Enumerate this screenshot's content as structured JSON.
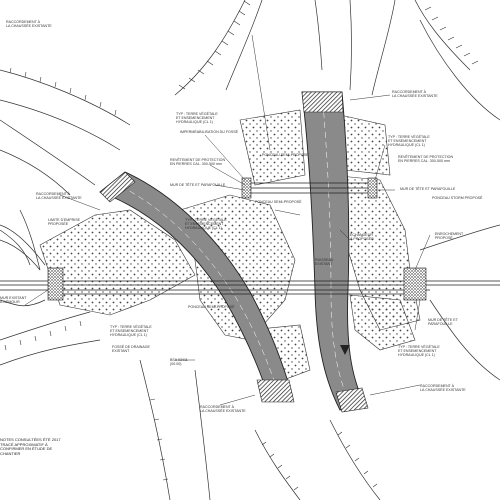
{
  "colors": {
    "line": "#333333",
    "deck_fill": "#8a8a8a",
    "deck_dark": "#5a5a5a",
    "stipple": "#444444",
    "paper": "#ffffff"
  },
  "labels": {
    "raccord_top_right": "RACCORDEMENT À\nLA CHAUSSÉE EXISTANTE",
    "raccord_top_left": "RACCORDEMENT À\nLA CHAUSSÉE EXISTANTE",
    "terre_vegetale_top": "TYP : TERRE VÉGÉTALE\nET ENSEMENCEMENT\nHYDRAULIQUE (CL 1)",
    "terre_vegetale_right": "TYP : TERRE VÉGÉTALE\nET ENSEMENCEMENT\nHYDRAULIQUE (CL 1)",
    "terre_vegetale_mid": "TYP : TERRE VÉGÉTALE\nET ENSEMENCEMENT\nHYDRAULIQUE (CL 1)",
    "terre_vegetale_low_left": "TYP : TERRE VÉGÉTALE\nET ENSEMENCEMENT\nHYDRAULIQUE (CL 1)",
    "terre_vegetale_low_right": "TYP : TERRE VÉGÉTALE\nET ENSEMENCEMENT\nHYDRAULIQUE (CL 1)",
    "revetement_left": "REVÊTEMENT DE PROTECTION\nEN PIERRES CAL. 300-500 mm",
    "revetement_right": "REVÊTEMENT DE PROTECTION\nEN PIERRES CAL. 300-500 mm",
    "impermeab": "IMPERMÉABILISATION DU FOSSÉ",
    "mur_tete_left": "MUR DE TÊTE ET PARAFOUILLE",
    "mur_tete_right": "MUR DE TÊTE ET PARAFOUILLE",
    "mur_tete_low": "MUR DE TÊTE ET\nPARAFOUILLE",
    "ponceau_top": "PONCEAU SEMI-PROPOSÉ",
    "ponceau_mid": "PONCEAU SEMI-PROPOSÉ",
    "ponceau_right": "PONCEAU STORM PROPOSÉ",
    "ponceau_low": "PONCEAU SEMI-PROPOSÉ",
    "fosse": "FOSSÉ DE DRAINAGE\nEXISTANT",
    "ligne_proposee": "LIMITE D'EMPRISE\nPROPOSÉE",
    "raccord_left": "RACCORDEMENT À\nLA CHAUSSÉE EXISTANTE",
    "echangeur": "ÉCHANGEUR\nÀ PROPOSER",
    "exist_left": "MUR EXISTANT\nÀ DÉMOLIR",
    "ruisseau": "RUISSEAU\nEXISTANT",
    "raccord_bottom": "RACCORDEMENT À\nLA CHAUSSÉE EXISTANTE",
    "raccord_bottom_right": "RACCORDEMENT À\nLA CHAUSSÉE EXISTANTE",
    "enrochement": "ENROCHEMENT\nPROPOSÉ",
    "sta_low": "BSA 03411\n(00.00)"
  },
  "note": "NOTES CONSULTÉES ÉTÉ 2017\nTRACÉ APPROXIMATIF À\nCONFIRMER EN ÉTUDE DE CHANTIER"
}
